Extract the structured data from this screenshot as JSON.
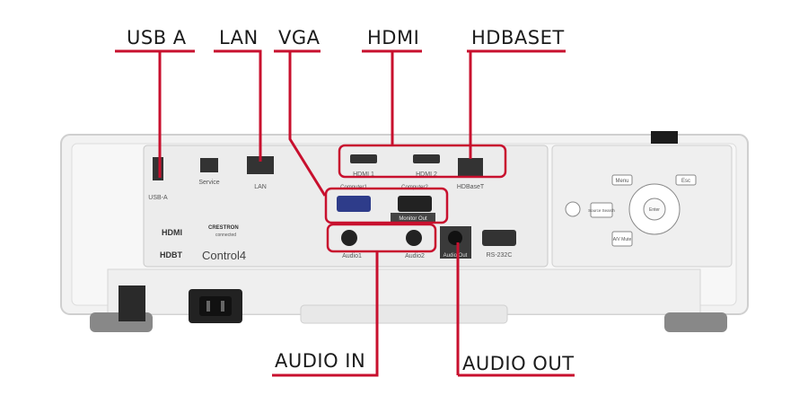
{
  "colors": {
    "callout_line": "#c8102e",
    "body": "#f4f4f4",
    "panel": "#e6e6e6"
  },
  "callouts": {
    "usb_a": "USB A",
    "lan": "LAN",
    "vga": "VGA",
    "hdmi": "HDMI",
    "hdbaset": "HDBASET",
    "audio_in": "AUDIO IN",
    "audio_out": "AUDIO OUT"
  },
  "port_labels": {
    "usb_a": "USB-A",
    "service": "Service",
    "lan": "LAN",
    "hdmi1": "HDMI 1",
    "hdmi2": "HDMI 2",
    "hdbaset": "HDBaseT",
    "computer1": "Computer1",
    "computer2": "Computer2",
    "monitor_out": "Monitor Out",
    "audio1": "Audio1",
    "audio2": "Audio2",
    "audio_out": "Audio Out",
    "rs232c": "RS-232C"
  },
  "logos": {
    "hdmi": "HDMI",
    "crestron": "CRESTRON",
    "crestron_sub": "connected",
    "hdbt": "HDBT",
    "control4": "Control4"
  },
  "keypad": {
    "menu": "Menu",
    "esc": "Esc",
    "source_search": "Source Search",
    "enter": "Enter",
    "av_mute": "A/V Mute"
  }
}
